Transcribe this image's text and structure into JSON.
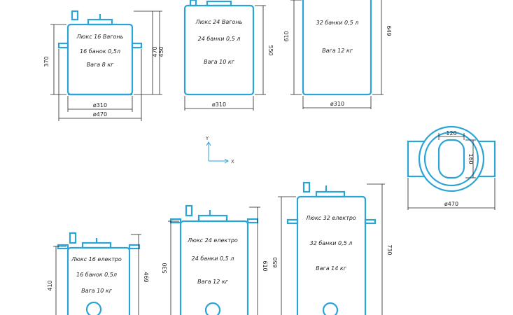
{
  "colors": {
    "part": "#2aa3d6",
    "dimension": "#222222",
    "background": "#ffffff"
  },
  "tanks": [
    {
      "name": "Люкс 16 Вагонь",
      "jars": "16 банок 0,5л",
      "weight": "Вага 8 кг",
      "dims": {
        "height": "370",
        "height2": "470",
        "height3": "450",
        "inner_dia": "ø310",
        "outer_dia": "ø470"
      }
    },
    {
      "name": "Люкс 24 Вагонь",
      "jars": "24 банки 0,5 л",
      "weight": "Вага 10 кг",
      "dims": {
        "height": "550",
        "dia": "ø310"
      }
    },
    {
      "name": "",
      "jars": "32 банки 0,5 л",
      "weight": "Вага 12 кг",
      "dims": {
        "height": "610",
        "height2": "649",
        "dia": "ø310"
      }
    },
    {
      "name": "Люкс 16 електро",
      "jars": "16 банок 0,5л",
      "weight": "Вага 10 кг",
      "dims": {
        "height": "410",
        "height2": "469"
      }
    },
    {
      "name": "Люкс 24 електро",
      "jars": "24 банки 0,5 л",
      "weight": "Вага 12 кг",
      "dims": {
        "height": "530",
        "height2": "610"
      }
    },
    {
      "name": "Люкс 32 електро",
      "jars": "32 банки 0,5 л",
      "weight": "Вага 14 кг",
      "dims": {
        "height": "650",
        "height2": "730"
      }
    }
  ],
  "top_view": {
    "width": "120",
    "height": "160",
    "outer_dia": "ø470"
  },
  "axes": {
    "x": "X",
    "y": "Y"
  }
}
